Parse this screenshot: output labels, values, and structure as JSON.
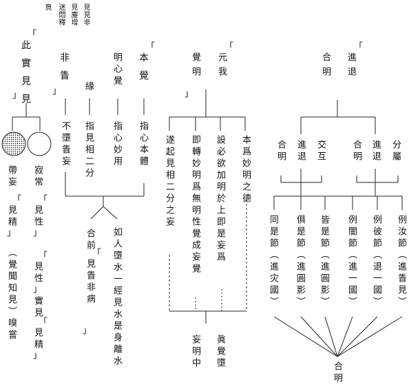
{
  "header": {
    "col1": "竟",
    "col2": "迷悶釋",
    "col3": "見塵增",
    "col4": "見見非"
  },
  "left": {
    "title": "此實見見",
    "col_tai": "帶妄",
    "col_jiang": "寂常",
    "b_jianjing1": "見精",
    "b_jianxing1": "見性",
    "b_jianxing2": "見性",
    "col_shijian": "實見",
    "b_jianjing2": "見精",
    "col_jueweng": "（覺聞知見）嗅嘗"
  },
  "middle": {
    "col_feiqian": "非眚",
    "col_buduo": "不墮眚妄",
    "col_yuan": "緣",
    "col_zhijian": "指見相二分",
    "col_mingxin": "明心覺",
    "col_zhixinmiao": "指心妙用",
    "col_ben": "本覺",
    "col_zhixinben": "指心本體",
    "col_hean": "合前",
    "b_jianqing": "見眚非病",
    "col_ruren": "如人墮水一經見水是身離水"
  },
  "yuan": {
    "col_jue": "覺明",
    "col_yuanwo": "元我",
    "col_sui": "遂起見相二分之妄",
    "col_ji": "即轉妙明爲無明性覺成妄覺",
    "col_she": "設必欲加明於上即是妄爲",
    "col_ben": "本爲妙明之德",
    "col_wang": "妄明中",
    "col_zhen": "眞覺墮"
  },
  "right": {
    "col_he": "合明",
    "col_jin": "進退",
    "g1_a": "合明",
    "g1_b": "進退",
    "g1_c": "交互",
    "g2_a": "合明",
    "g2_b": "進退",
    "g2_c": "分屬",
    "r1": "同是節（進灾國）",
    "r2": "俱是節（進圓影）",
    "r3": "皆是節（進圓影）",
    "r4": "例闇節（進一國）",
    "r5": "例彼節（退一國）",
    "r6": "例汝節（進眚見）",
    "bottom": "合明"
  }
}
